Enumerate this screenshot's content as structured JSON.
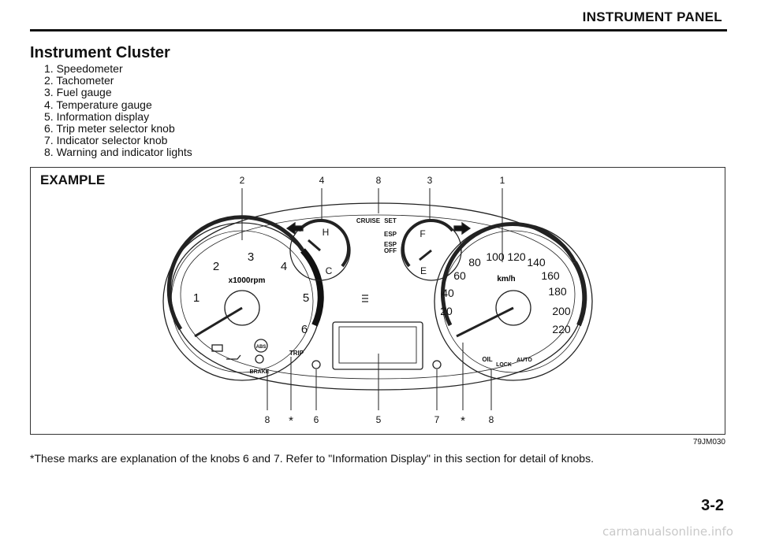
{
  "header": {
    "title": "INSTRUMENT PANEL"
  },
  "section": {
    "title": "Instrument Cluster",
    "items": [
      "1. Speedometer",
      "2. Tachometer",
      "3. Fuel gauge",
      "4. Temperature gauge",
      "5. Information display",
      "6. Trip meter selector knob",
      "7. Indicator selector knob",
      "8. Warning and indicator lights"
    ]
  },
  "figure": {
    "label": "EXAMPLE",
    "code": "79JM030",
    "callouts_top": [
      "2",
      "4",
      "8",
      "3",
      "1"
    ],
    "callouts_bottom": [
      "8",
      "*",
      "6",
      "5",
      "7",
      "*",
      "8"
    ],
    "tachometer": {
      "numbers": [
        "1",
        "2",
        "3",
        "4",
        "5",
        "6"
      ],
      "unit": "x1000rpm"
    },
    "speedometer": {
      "numbers": [
        "20",
        "40",
        "60",
        "80",
        "100",
        "120",
        "140",
        "160",
        "180",
        "200",
        "220"
      ],
      "unit": "km/h"
    },
    "temperature": {
      "hot": "H",
      "cold": "C"
    },
    "fuel": {
      "full": "F",
      "empty": "E"
    },
    "indicator_texts": {
      "cruise": "CRUISE",
      "set": "SET",
      "esp": "ESP",
      "esp_off_1": "ESP",
      "esp_off_2": "OFF",
      "abs": "ABS",
      "brake": "BRAKE",
      "trip": "TRIP",
      "oil": "OIL",
      "lock": "LOCK",
      "auto": "AUTO"
    }
  },
  "footnote": "*These marks are explanation of the knobs 6 and 7. Refer to \"Information Display\" in this section for detail of knobs.",
  "page_number": "3-2",
  "watermark": "carmanualsonline.info"
}
